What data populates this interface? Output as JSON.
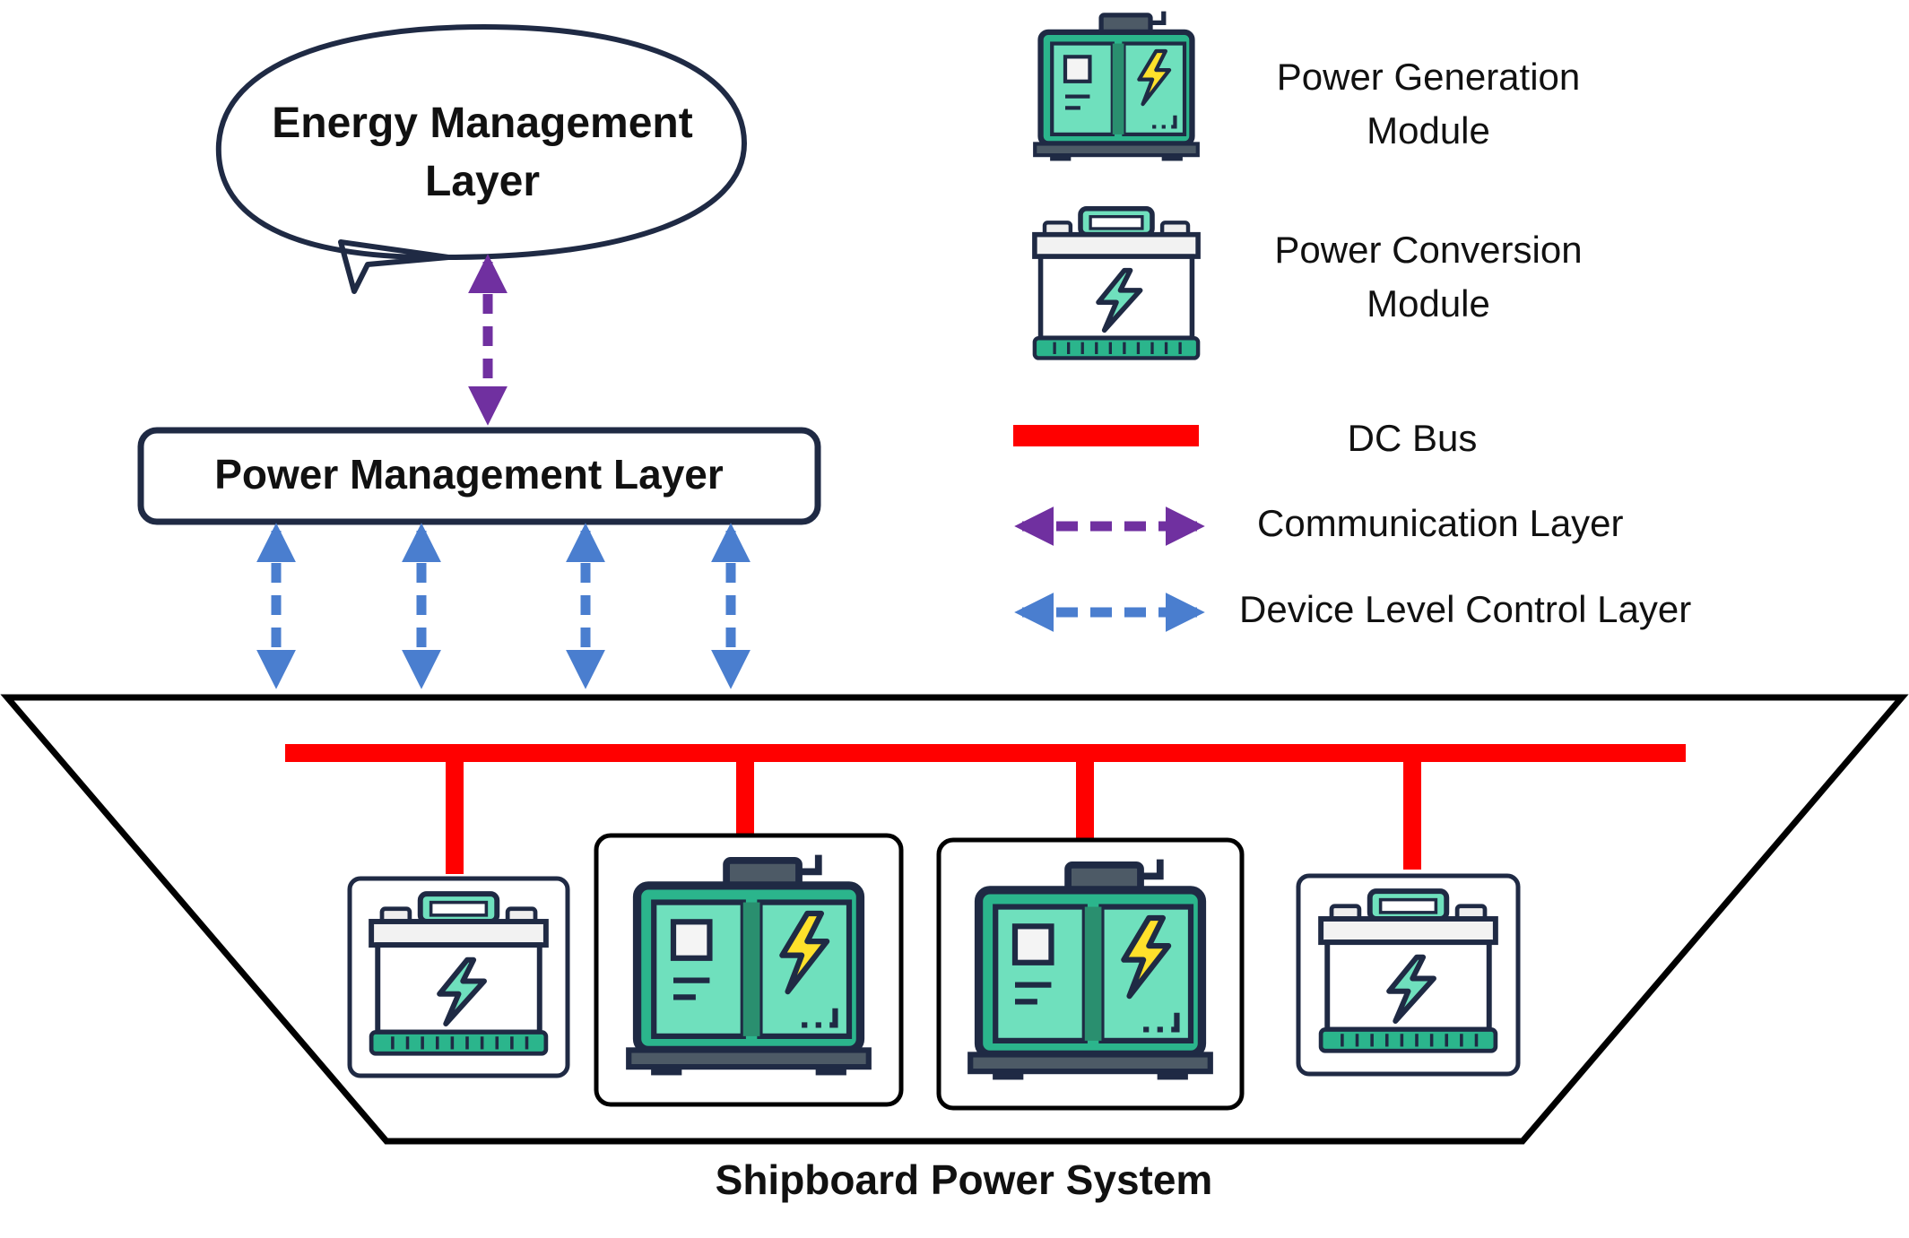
{
  "energy_layer": {
    "line1": "Energy Management",
    "line2": "Layer"
  },
  "power_layer": {
    "label": "Power Management Layer"
  },
  "system": {
    "label": "Shipboard Power System"
  },
  "legend": {
    "generation": {
      "line1": "Power Generation",
      "line2": "Module",
      "icon": "generator-icon"
    },
    "conversion": {
      "line1": "Power Conversion",
      "line2": "Module",
      "icon": "battery-icon"
    },
    "dc_bus": {
      "label": "DC Bus"
    },
    "communication": {
      "label": "Communication Layer"
    },
    "device_control": {
      "label": "Device Level Control Layer"
    }
  },
  "colors": {
    "dc_bus": "#ff0000",
    "communication": "#7030a0",
    "device_control": "#4a7ecf",
    "module_teal": "#2bb58c",
    "module_light": "#6fe0bd",
    "outline": "#1f2a44",
    "bolt": "#ffe12b"
  },
  "modules": [
    {
      "type": "conversion",
      "icon": "battery-icon"
    },
    {
      "type": "generation",
      "icon": "generator-icon"
    },
    {
      "type": "generation",
      "icon": "generator-icon"
    },
    {
      "type": "conversion",
      "icon": "battery-icon"
    }
  ]
}
